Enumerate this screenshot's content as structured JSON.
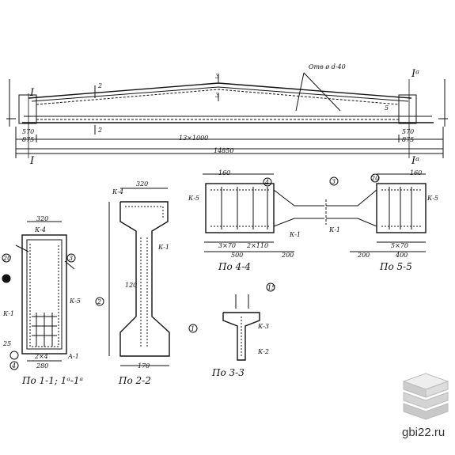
{
  "elevation": {
    "label_I": "I",
    "label_Ia": "Iᵃ",
    "label_1": "1",
    "label_2": "2",
    "label_3": "3",
    "label_1a": "1",
    "label_2a": "2",
    "label_3a": "3",
    "label_5": "5",
    "hole_note": "Отв ø d-40",
    "span_inner": "13×1000",
    "span_total": "14850",
    "dim_left_a": "570",
    "dim_left_b": "875",
    "dim_right_a": "570",
    "dim_right_b": "875"
  },
  "sections": {
    "s1_title": "По 1-1; 1ᵃ-1ᵃ",
    "s2_title": "По 2-2",
    "s3_title": "По 3-3",
    "s4_title": "По 4-4",
    "s5_title": "По 5-5"
  },
  "section11": {
    "width": "320",
    "k4": "К-4",
    "k1": "К-1",
    "k5": "К-5",
    "a1": "А-1",
    "bottom_w": "280",
    "bars": "2×4",
    "d25": "25",
    "c20": "20",
    "c3": "3",
    "c4": "4"
  },
  "section22": {
    "width": "320",
    "k4": "К-4",
    "k1": "К-1",
    "d120": "120",
    "bottom": "170",
    "c2": "2",
    "c1": "1"
  },
  "section33": {
    "k3": "К-3",
    "k2": "К-2",
    "c15": "15"
  },
  "section44": {
    "d160": "160",
    "d500": "500",
    "d200": "200",
    "k5": "К-5",
    "k1": "К-1",
    "c4": "4",
    "mid": "3×70",
    "mid2": "2×110"
  },
  "section55": {
    "d160": "160",
    "d400": "400",
    "d200": "200",
    "k5": "К-5",
    "k1": "К-1",
    "c3": "3",
    "c20": "20",
    "mid": "5×70"
  },
  "watermark": {
    "text": "gbi22.ru"
  }
}
